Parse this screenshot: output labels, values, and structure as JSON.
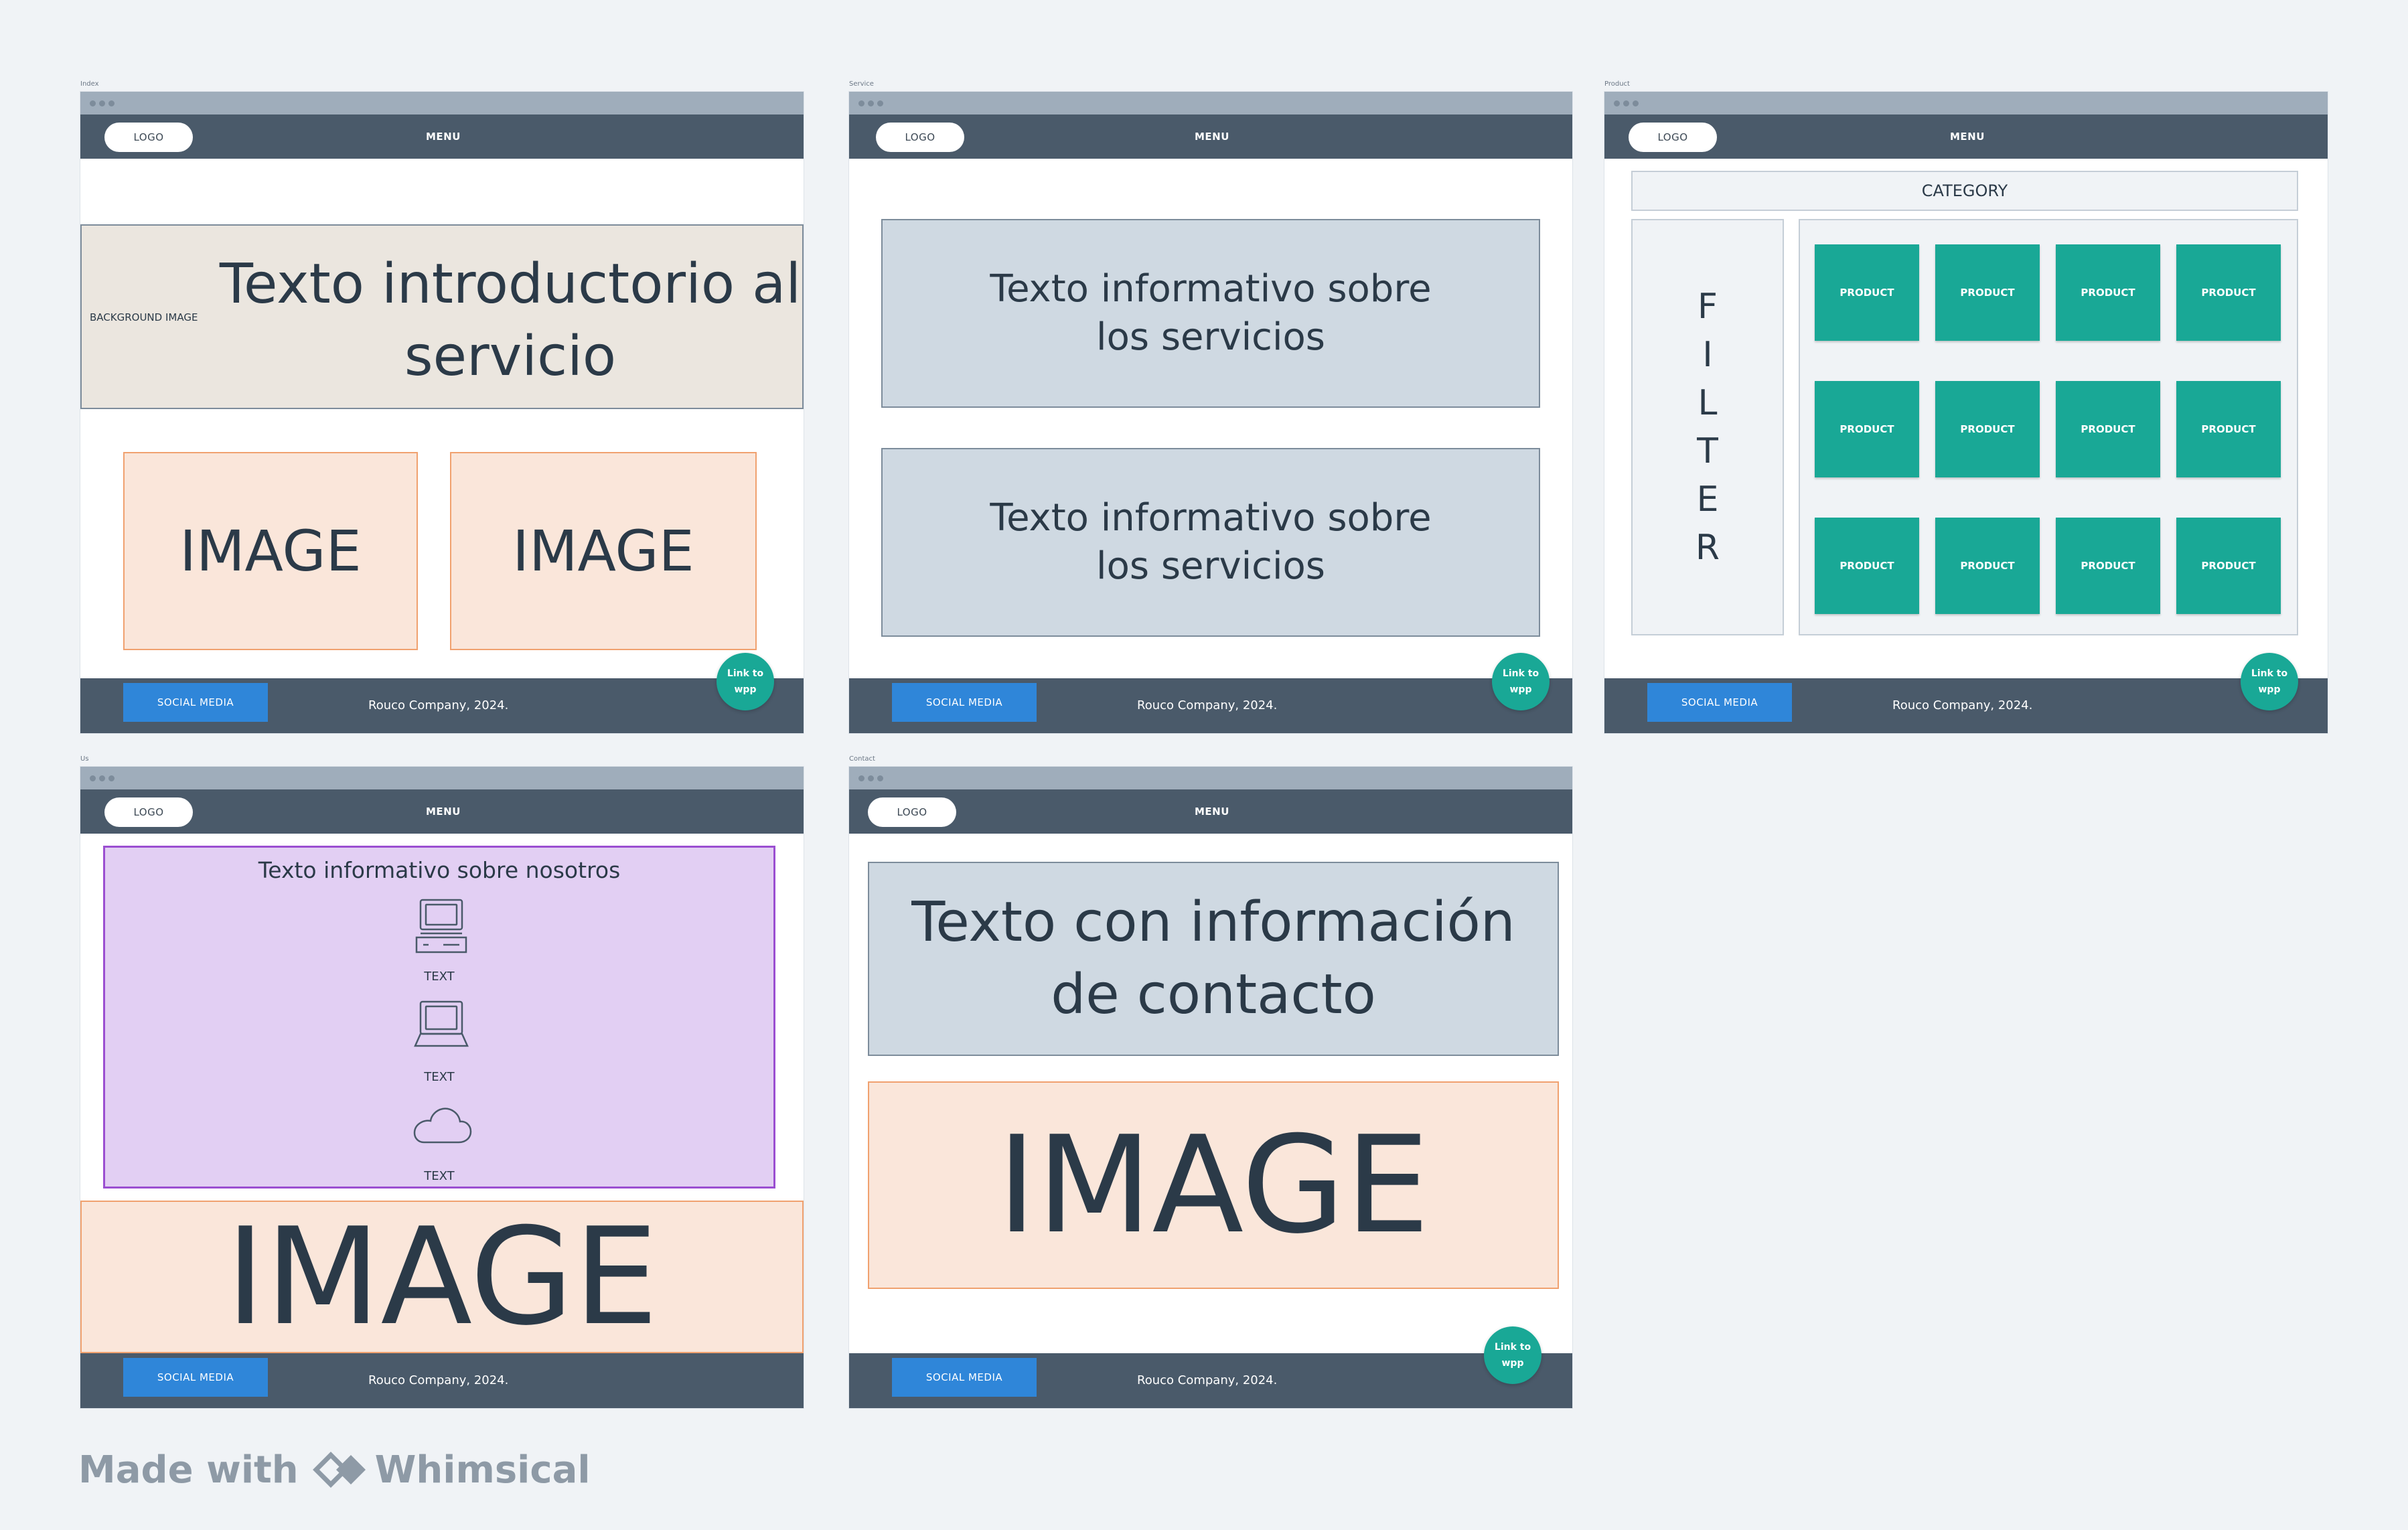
{
  "common": {
    "logo": "LOGO",
    "menu": "MENU",
    "social": "SOCIAL MEDIA",
    "copyright": "Rouco Company, 2024.",
    "wpp_line1": "Link to",
    "wpp_line2": "wpp"
  },
  "index": {
    "label": "Index",
    "bg_label": "BACKGROUND IMAGE",
    "intro_text": "Texto introductorio al servicio",
    "image1": "IMAGE",
    "image2": "IMAGE"
  },
  "service": {
    "label": "Service",
    "info1": "Texto informativo sobre los servicios",
    "info2": "Texto informativo sobre los servicios"
  },
  "product": {
    "label": "Product",
    "category": "CATEGORY",
    "filter": "FILTER",
    "products": [
      "PRODUCT",
      "PRODUCT",
      "PRODUCT",
      "PRODUCT",
      "PRODUCT",
      "PRODUCT",
      "PRODUCT",
      "PRODUCT",
      "PRODUCT",
      "PRODUCT",
      "PRODUCT",
      "PRODUCT"
    ]
  },
  "us": {
    "label": "Us",
    "title": "Texto informativo sobre nosotros",
    "items": [
      {
        "icon": "desktop-computer-icon",
        "text": "TEXT"
      },
      {
        "icon": "laptop-icon",
        "text": "TEXT"
      },
      {
        "icon": "cloud-icon",
        "text": "TEXT"
      }
    ],
    "image": "IMAGE"
  },
  "contact": {
    "label": "Contact",
    "info": "Texto con información de contacto",
    "image": "IMAGE"
  },
  "watermark": {
    "made_with": "Made with",
    "brand": "Whimsical"
  },
  "colors": {
    "nav": "#4a5a6a",
    "chrome": "#9fadbb",
    "social": "#2f86d9",
    "teal": "#19a896",
    "image_fill": "#fae6da",
    "image_border": "#f0a16f",
    "info_fill": "#cfd9e2",
    "us_fill": "#e2cff3",
    "us_border": "#9b4fd1"
  }
}
